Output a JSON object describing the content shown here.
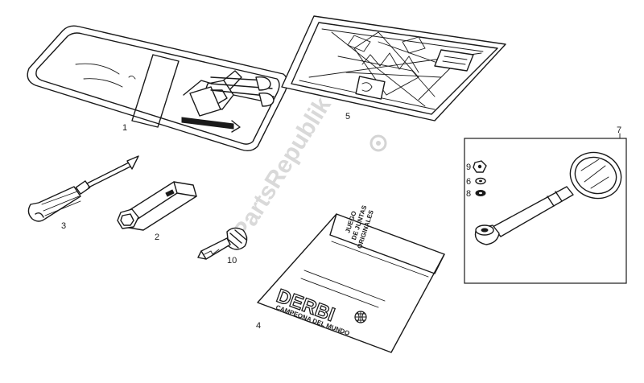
{
  "watermark": "PartsRepublik",
  "callouts": {
    "c1": "1",
    "c2": "2",
    "c3": "3",
    "c4": "4",
    "c5": "5",
    "c6": "6",
    "c7": "7",
    "c8": "8",
    "c9": "9",
    "c10": "10"
  },
  "envelope": {
    "lines": [
      "JUEGO",
      "DE JUNTAS",
      "ORIGINALES"
    ],
    "brand": "DERBI",
    "subtitle": "CAMPEONA DEL MUNDO"
  }
}
